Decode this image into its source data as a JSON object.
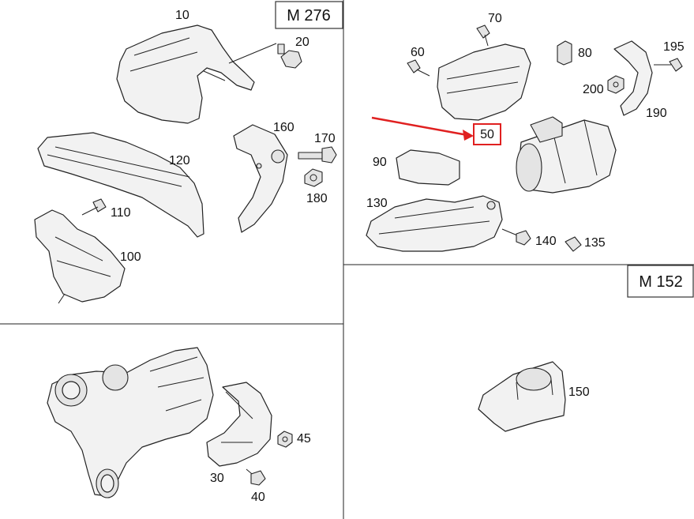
{
  "engines": {
    "top_left": "M 276",
    "bottom_right": "M 152"
  },
  "labels": {
    "p10": "10",
    "p20": "20",
    "p100": "100",
    "p110": "110",
    "p120": "120",
    "p160": "160",
    "p170": "170",
    "p180": "180",
    "p30": "30",
    "p40": "40",
    "p45": "45",
    "p50": "50",
    "p60": "60",
    "p70": "70",
    "p80": "80",
    "p90": "90",
    "p130": "130",
    "p135": "135",
    "p140": "140",
    "p150": "150",
    "p190": "190",
    "p195": "195",
    "p200": "200"
  },
  "colors": {
    "highlight": "#e02020",
    "ink": "#222222"
  }
}
